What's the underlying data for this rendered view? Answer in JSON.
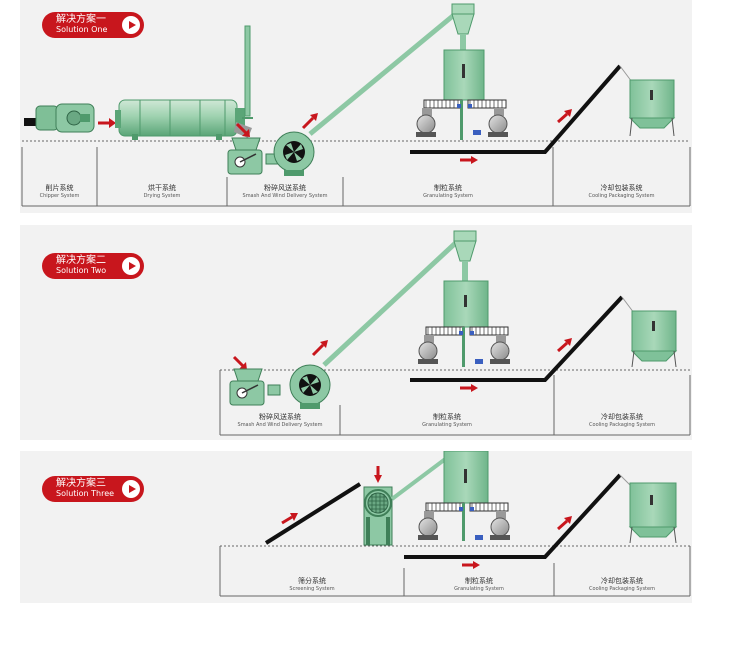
{
  "solutions": [
    {
      "badge_zh": "解决方案一",
      "badge_en": "Solution One",
      "sections": [
        {
          "zh": "削片系统",
          "en": "Chipper System"
        },
        {
          "zh": "烘干系统",
          "en": "Drying System"
        },
        {
          "zh": "粉碎风送系统",
          "en": "Smash And Wind Delivery System"
        },
        {
          "zh": "制粒系统",
          "en": "Granulating System"
        },
        {
          "zh": "冷却包装系统",
          "en": "Cooling Packaging System"
        }
      ]
    },
    {
      "badge_zh": "解决方案二",
      "badge_en": "Solution Two",
      "sections": [
        {
          "zh": "粉碎风送系统",
          "en": "Smash And Wind Delivery System"
        },
        {
          "zh": "制粒系统",
          "en": "Granulating System"
        },
        {
          "zh": "冷却包装系统",
          "en": "Cooling Packaging System"
        }
      ]
    },
    {
      "badge_zh": "解决方案三",
      "badge_en": "Solution Three",
      "sections": [
        {
          "zh": "筛分系统",
          "en": "Screening System"
        },
        {
          "zh": "制粒系统",
          "en": "Granulating System"
        },
        {
          "zh": "冷却包装系统",
          "en": "Cooling Packaging System"
        }
      ]
    }
  ],
  "colors": {
    "panel": "#f2f2f2",
    "accent_red": "#c8161d",
    "machine_green": "#8dc8a4",
    "machine_dark": "#4f9a6c",
    "conveyor": "#111111",
    "grey": "#777777"
  }
}
